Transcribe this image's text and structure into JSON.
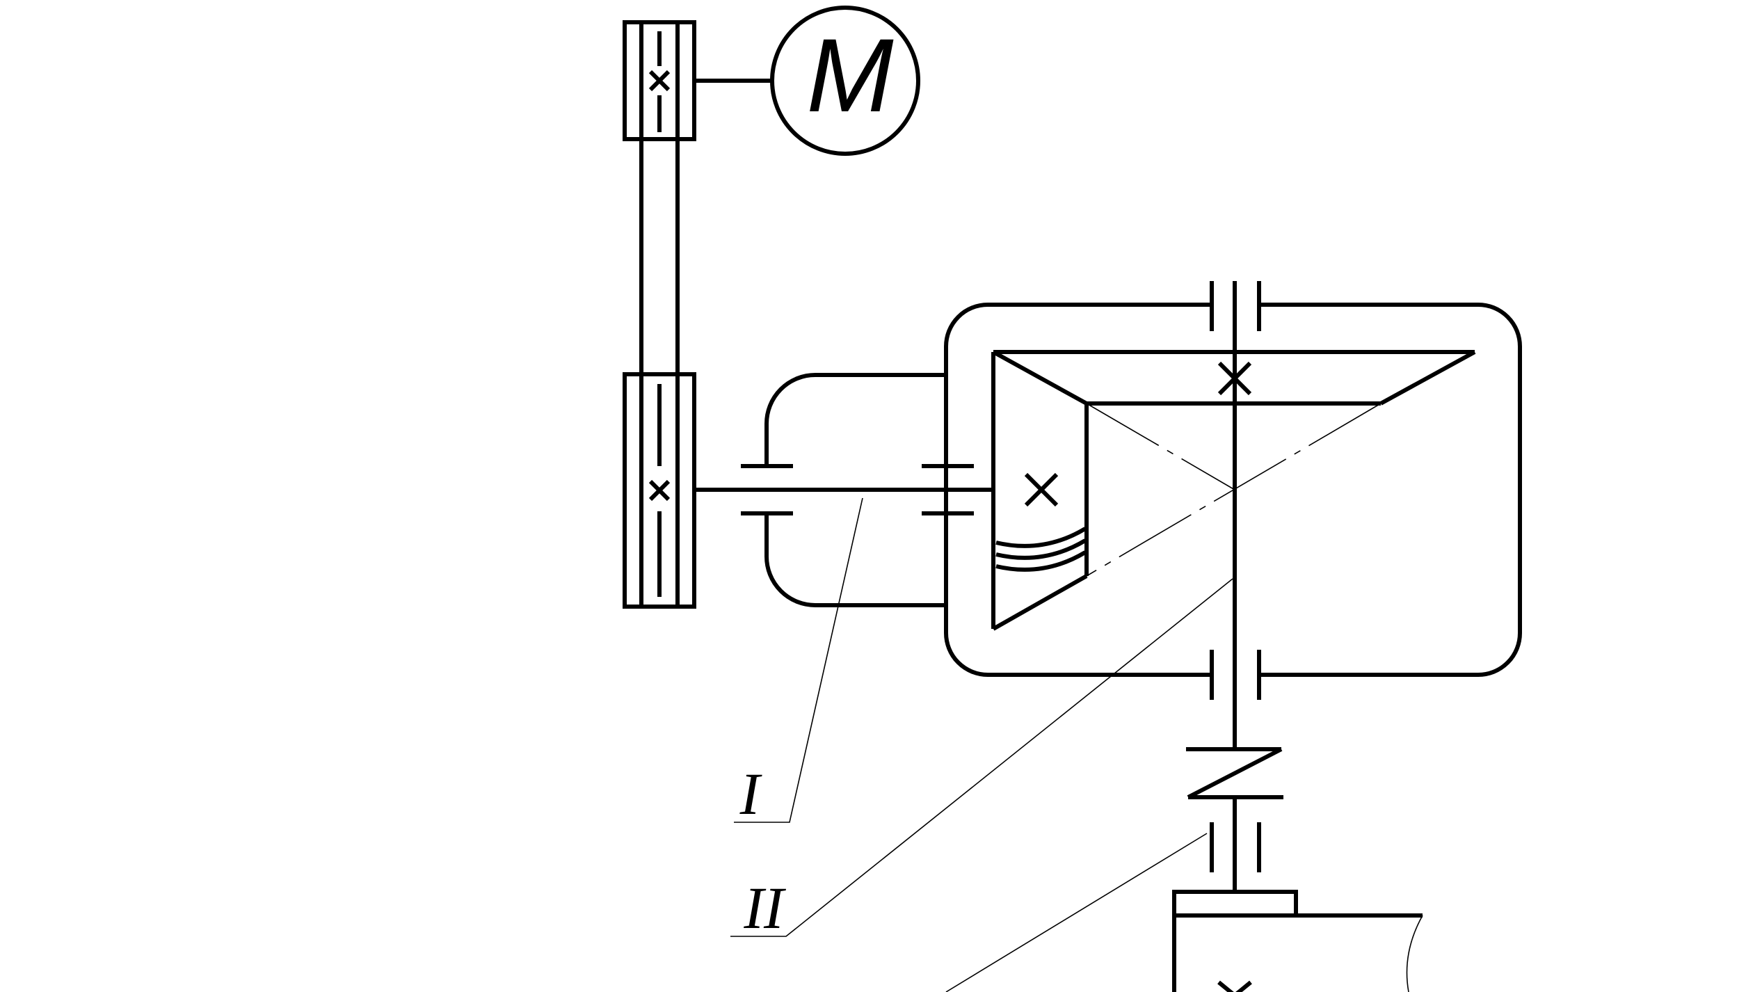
{
  "diagram": {
    "motor_label": "M",
    "labels": [
      {
        "id": "shaft-1",
        "text": "I"
      },
      {
        "id": "shaft-2",
        "text": "II"
      }
    ],
    "line_color": "#000000",
    "background": "#ffffff"
  }
}
